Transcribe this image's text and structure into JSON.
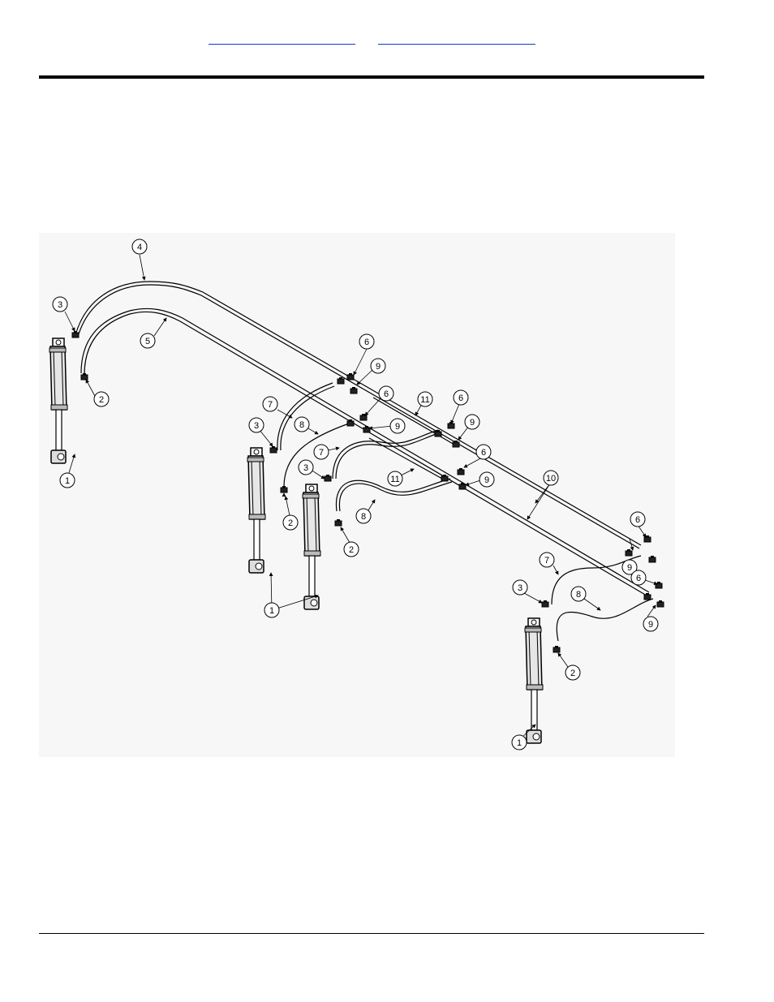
{
  "header": {
    "link_1": "",
    "link_2": ""
  },
  "diagram": {
    "callouts": [
      "1",
      "2",
      "3",
      "4",
      "5",
      "6",
      "7",
      "8",
      "9",
      "10",
      "11"
    ]
  }
}
